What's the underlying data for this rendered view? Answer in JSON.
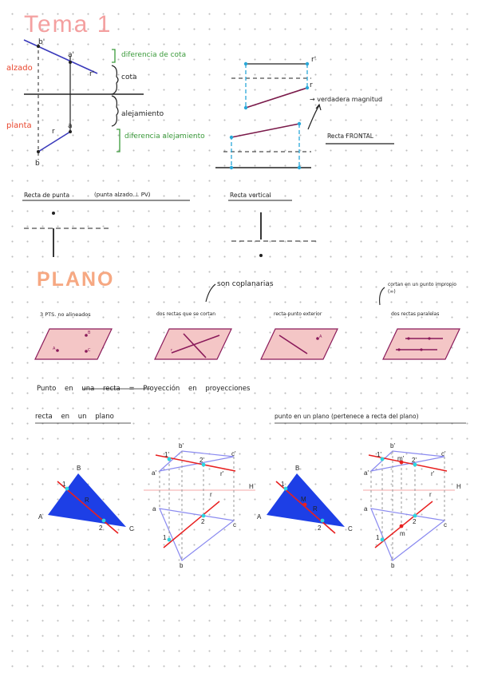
{
  "header": {
    "title": "Tema 1",
    "title_color": "#f4a0a0"
  },
  "section1": {
    "label_alzado": "alzado",
    "label_planta": "planta",
    "pt_b_prime": "b'",
    "pt_a_prime": "a'",
    "pt_r_prime": "r'",
    "pt_r": "r",
    "pt_a": "a",
    "pt_b": "b",
    "dif_cota": "diferencia de cota",
    "cota": "cota",
    "alejamiento": "alejamiento",
    "dif_alejamiento": "diferencia alejamiento",
    "right_r_prime": "r'",
    "right_r": "r",
    "verdadera_magnitud": "→ verdadera magnitud",
    "recta_frontal": "Recta FRONTAL",
    "label_red": "#e8452c",
    "label_green": "#3a9a3a"
  },
  "section2": {
    "recta_punta": "Recta de punta",
    "recta_punta_note": "(punta alzado ⊥ PV)",
    "recta_vertical": "Recta vertical"
  },
  "plano": {
    "title": "PLANO",
    "title_color": "#f6a882",
    "coplanarias": "son coplanarias",
    "cortan_impropio": "cortan en un punto impropio (∞)",
    "captions": [
      "3 PTS. no alineados",
      "dos rectas que se cortan",
      "recta-punto exterior",
      "dos rectas paralelas"
    ],
    "dots": [
      "B",
      "A",
      "C"
    ],
    "point_r": "r",
    "point_a": "A",
    "plane_color": "#f4c6c6",
    "line_color": "#8a1a5a"
  },
  "notes": {
    "punto_en_recta": "Punto en una recta = Proyección en proyecciones",
    "recta_en_plano": "recta en un plano",
    "punto_en_plano": "punto en un plano (pertenece a recta del plano)"
  },
  "figures": {
    "tri_left": {
      "B": "B",
      "A": "A",
      "C": "C",
      "p1": "1",
      "p2": "2",
      "R": "R"
    },
    "proj_left": {
      "b_p": "b'",
      "one_p": "1'",
      "two_p": "2'",
      "c_p": "c'",
      "a_p": "a'",
      "r_p": "r'",
      "H": "H",
      "a": "a",
      "two": "2",
      "c": "c",
      "one": "1",
      "b": "b",
      "r": "r"
    },
    "tri_right": {
      "B": "B",
      "A": "A",
      "C": "C",
      "p1": "1",
      "p2": "2",
      "M": "M",
      "R": "R"
    },
    "proj_right": {
      "b_p": "b'",
      "one_p": "1'",
      "m_p": "m'",
      "two_p": "2'",
      "c_p": "c'",
      "a_p": "a'",
      "r_p": "r'",
      "H": "H",
      "a": "a",
      "r": "r",
      "two": "2",
      "c": "c",
      "one": "1",
      "m": "m",
      "b": "b"
    },
    "blue": "#1d3fe6",
    "red": "#e82020",
    "cyan": "#2ed6e0",
    "light_blue": "#8a8af0"
  }
}
